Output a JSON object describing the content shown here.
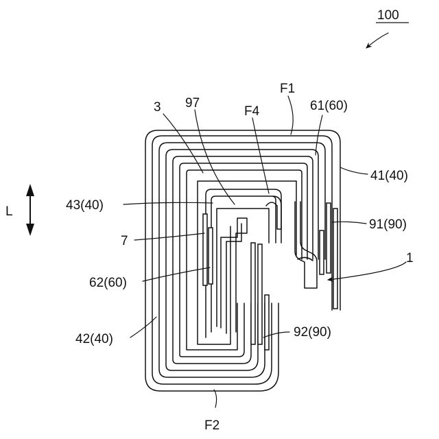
{
  "labels": {
    "ref_100": "100",
    "ref_F1": "F1",
    "ref_F2": "F2",
    "ref_F4": "F4",
    "ref_3": "3",
    "ref_97": "97",
    "ref_61_60": "61(60)",
    "ref_41_40": "41(40)",
    "ref_43_40": "43(40)",
    "ref_91_90": "91(90)",
    "ref_7": "7",
    "ref_1": "1",
    "ref_62_60": "62(60)",
    "ref_92_90": "92(90)",
    "ref_42_40": "42(40)",
    "ref_L": "L"
  }
}
